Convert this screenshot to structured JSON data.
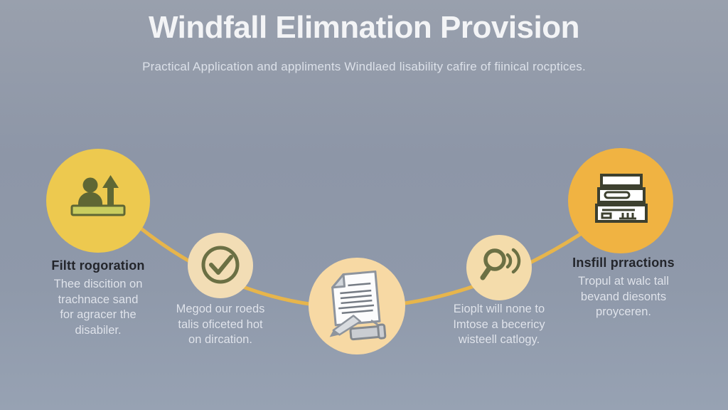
{
  "header": {
    "title": "Windfall Elimnation Provision",
    "subtitle": "Practical Application and appliments Windlaed lisability cafire of fiinical rocptices."
  },
  "steps": [
    {
      "icon": "person-growth-icon",
      "heading": "Filtt rogoration",
      "lines": [
        "Thee discition on",
        "trachnace sand",
        "for agracer the",
        "disabiler."
      ]
    },
    {
      "icon": "checkmark-circle-icon",
      "lines": [
        "Megod our roeds",
        "talis oficeted hot",
        "on dircation."
      ]
    },
    {
      "icon": "document-signing-icon"
    },
    {
      "icon": "magnifier-signal-icon",
      "lines": [
        "Eioplt will none to",
        "Imtose a becericy",
        "wisteell catlogy."
      ]
    },
    {
      "icon": "stacked-bars-icon",
      "heading": "Insfill prractions",
      "lines": [
        "Tropul at walc tall",
        "bevand diesonts",
        "proyceren."
      ]
    }
  ],
  "colors": {
    "background": "#8f99aa",
    "title_text": "#f3f4f6",
    "subtitle_text": "#dce1e9",
    "circle_yellow": "#edc94f",
    "circle_cream_light": "#f2ddb5",
    "circle_peach": "#f7d9a4",
    "circle_cream": "#f4dcab",
    "circle_orange": "#f0b342",
    "connector_curve": "#e7b54b",
    "icon_olive": "#5f6734",
    "heading_text": "#23252b",
    "body_text": "#e0e4ec"
  }
}
